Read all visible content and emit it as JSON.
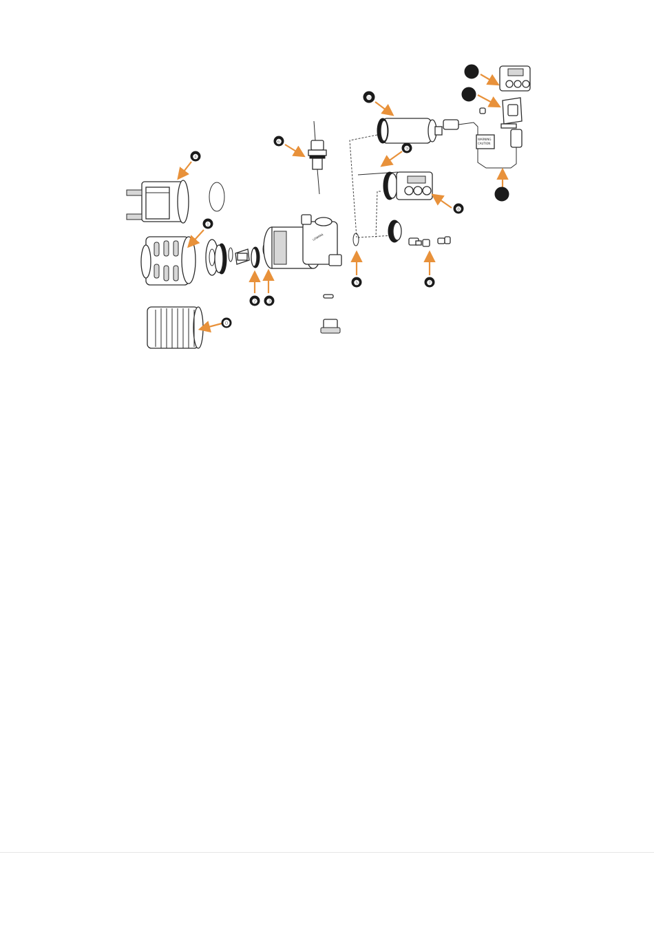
{
  "callouts": [
    {
      "id": "c1",
      "label": "❶"
    },
    {
      "id": "c2",
      "label": "❷"
    },
    {
      "id": "c3",
      "label": "❸"
    },
    {
      "id": "c4",
      "label": "❹"
    },
    {
      "id": "c5",
      "label": "❺"
    },
    {
      "id": "c6",
      "label": "❻"
    },
    {
      "id": "c7",
      "label": "❼"
    },
    {
      "id": "c8",
      "label": "❽"
    },
    {
      "id": "c9",
      "label": "❾"
    },
    {
      "id": "c10",
      "label": "❿"
    },
    {
      "id": "c0",
      "label": "⓿"
    },
    {
      "id": "c11",
      "label": ""
    },
    {
      "id": "c12",
      "label": ""
    },
    {
      "id": "c13",
      "label": ""
    }
  ],
  "colors": {
    "arrow": "#e8913a",
    "badge": "#111111",
    "line": "#2a2a2a",
    "background": "#ffffff"
  }
}
